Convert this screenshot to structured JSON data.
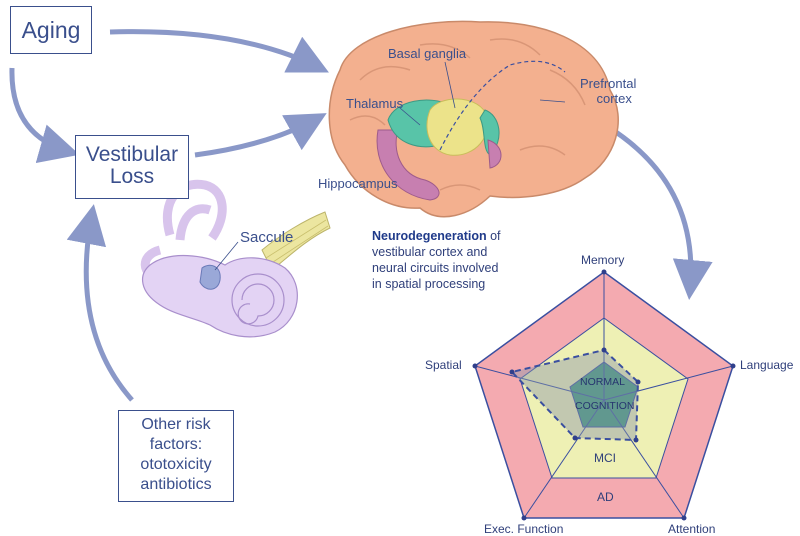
{
  "boxes": {
    "aging": "Aging",
    "vestibular_line1": "Vestibular",
    "vestibular_line2": "Loss",
    "risk_line1": "Other risk",
    "risk_line2": "factors:",
    "risk_line3": "ototoxicity",
    "risk_line4": "antibiotics"
  },
  "brain_labels": {
    "basal_ganglia": "Basal ganglia",
    "thalamus": "Thalamus",
    "prefrontal_line1": "Prefrontal",
    "prefrontal_line2": "cortex",
    "hippocampus": "Hippocampus",
    "saccule": "Saccule"
  },
  "neuro": {
    "bold": "Neurodegeneration",
    "rest_line1": " of",
    "line2": "vestibular cortex and",
    "line3": "neural circuits involved",
    "line4": "in spatial processing"
  },
  "radar": {
    "axes": [
      "Memory",
      "Language",
      "Attention",
      "Exec. Function",
      "Spatial"
    ],
    "zones": [
      "NORMAL",
      "COGNITION",
      "MCI",
      "AD"
    ],
    "colors": {
      "ad": "#f4aab0",
      "mci": "#eef0b4",
      "normal": "#3f9a78",
      "line": "#3a4fa0"
    }
  },
  "colors": {
    "arrow": "#8a98c8",
    "text": "#3a4f8c"
  }
}
